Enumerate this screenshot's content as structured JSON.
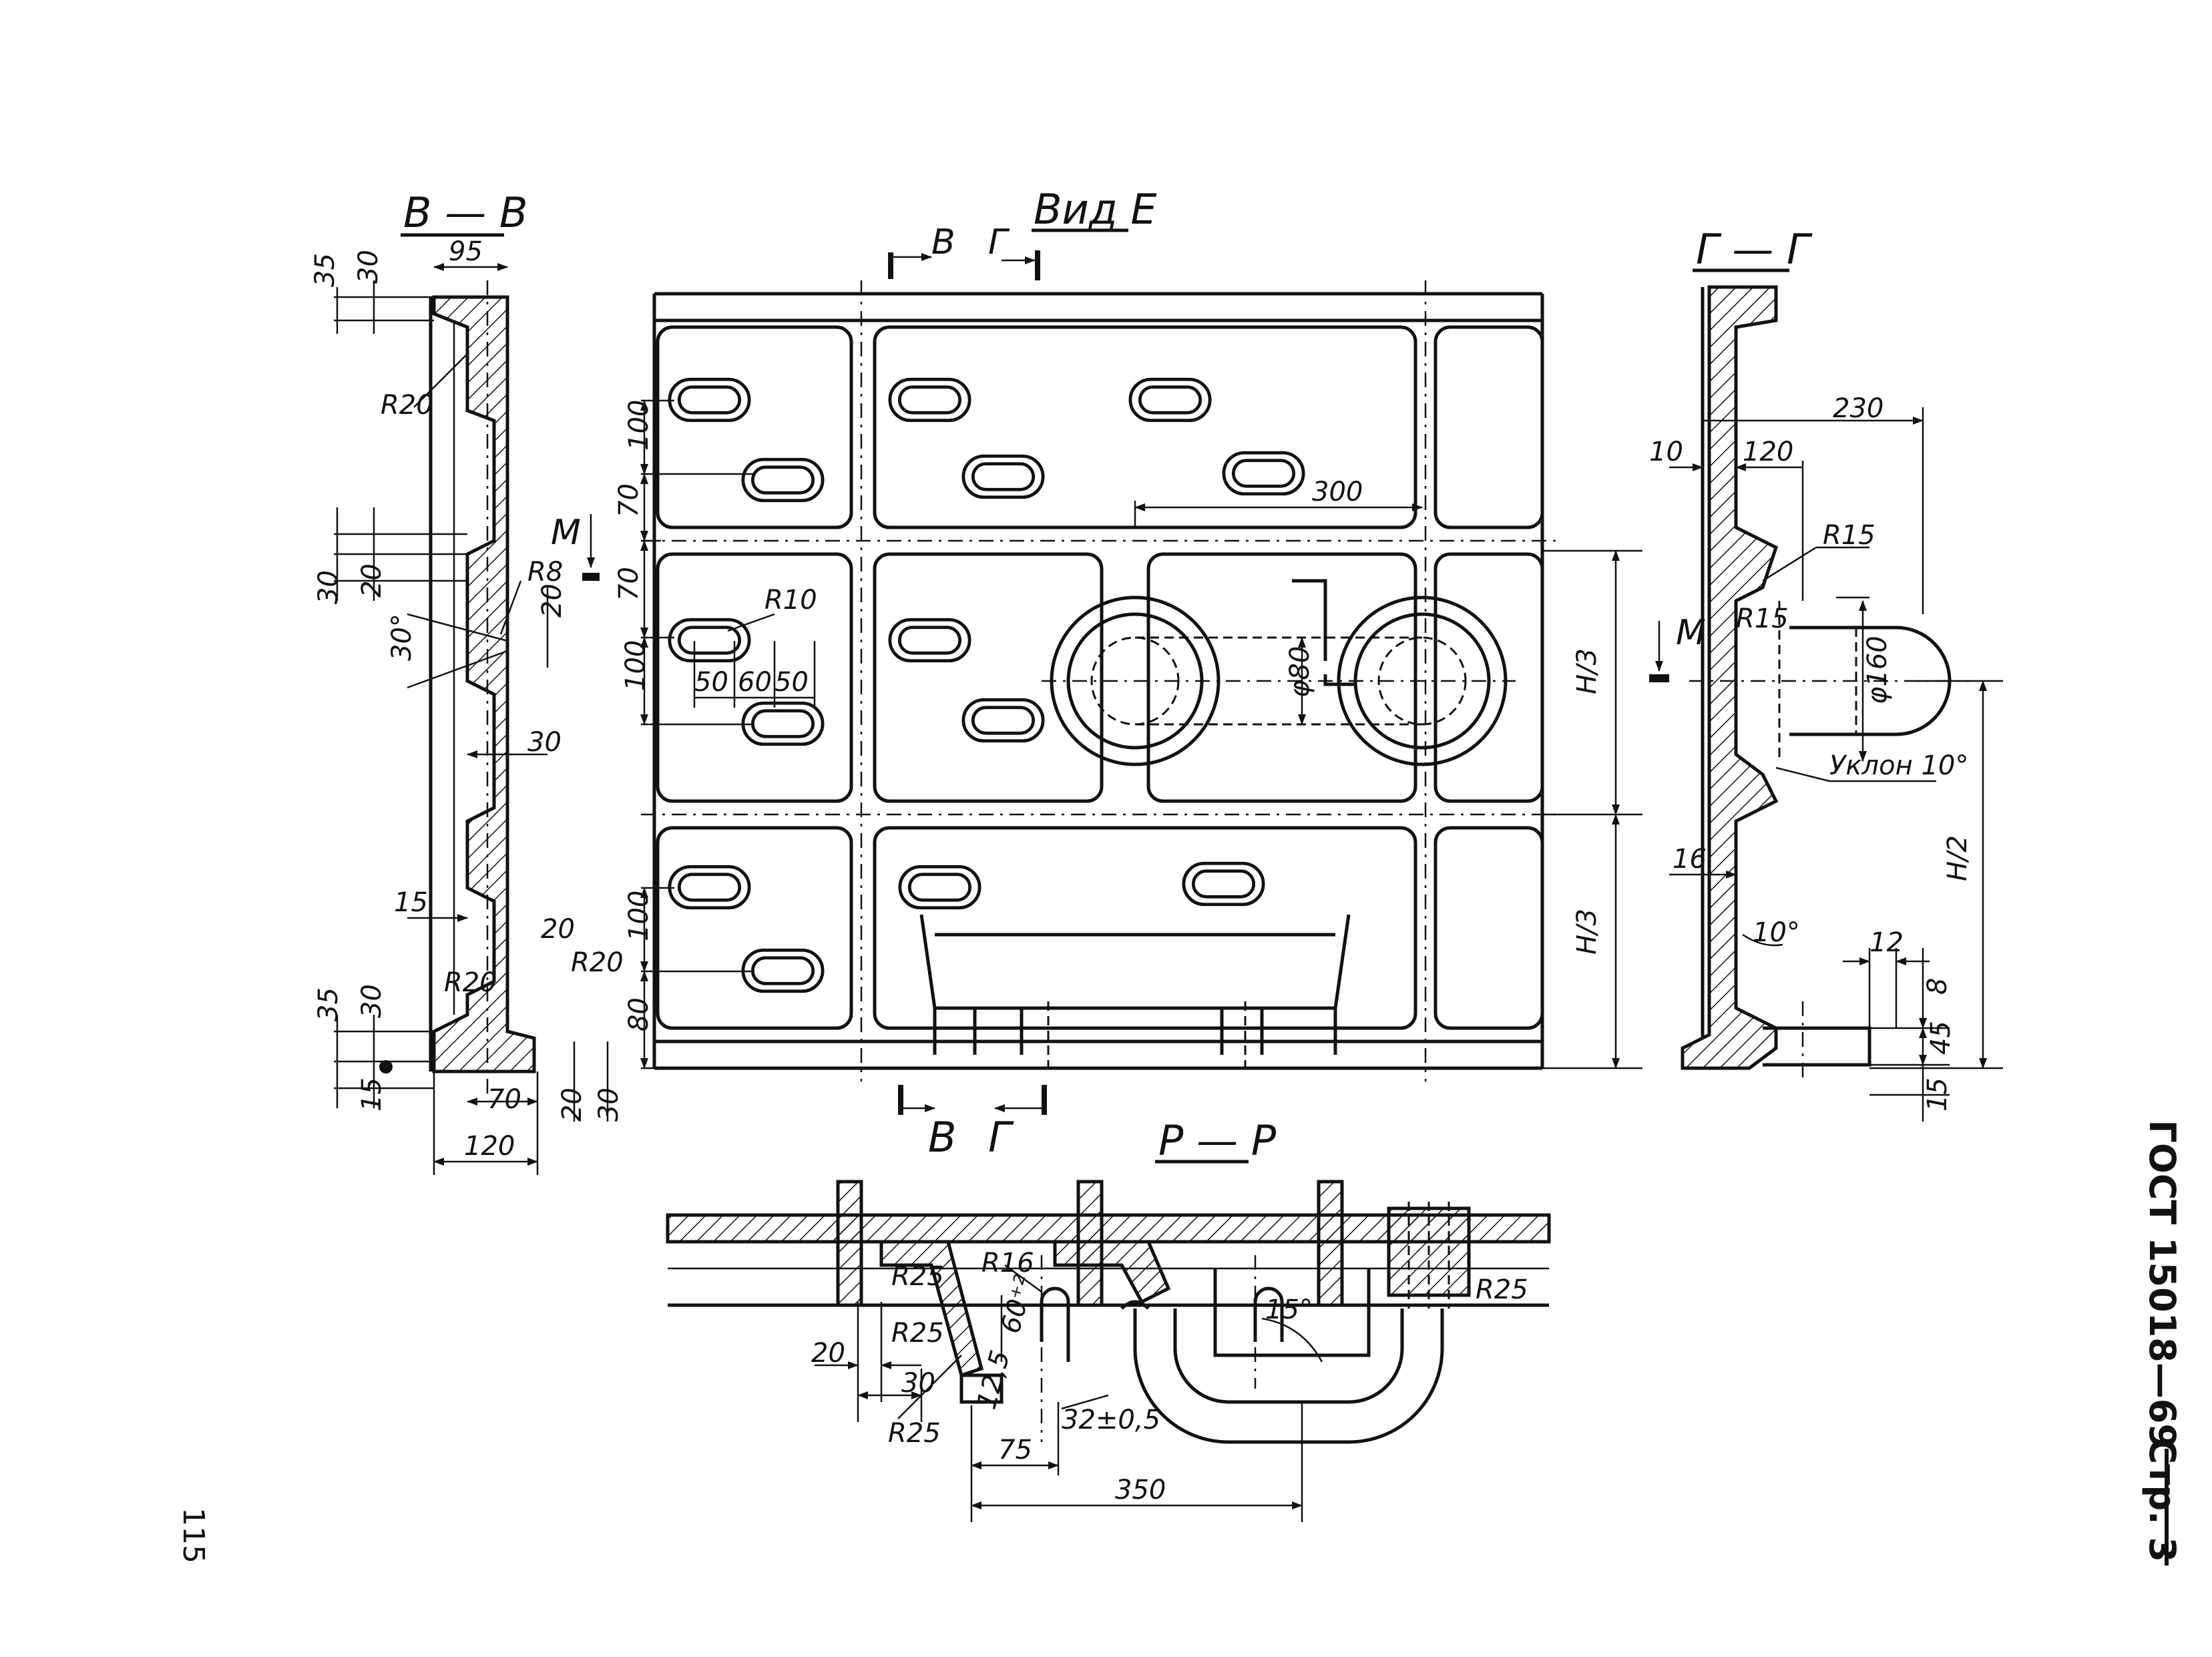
{
  "header": {
    "sheet_code": "ГОСТ 15018—69",
    "page_label": "Стр. 3",
    "page_number": "115"
  },
  "views": {
    "section_bb": "В — В",
    "view_e": "Вид Е",
    "section_gg": "Г — Г",
    "section_pp": "Р — Р"
  },
  "markers": {
    "m1": "М",
    "m2": "М",
    "b_top": "В",
    "g_top": "Г",
    "b_bottom": "В",
    "g_bottom": "Г"
  },
  "dims_bb": {
    "d35": "35",
    "d30a": "30",
    "d95": "95",
    "r20a": "R20",
    "d30b": "30",
    "d20a": "20",
    "r8": "R8",
    "d20b": "20",
    "a30": "30°",
    "d30c": "30",
    "d15a": "15",
    "d20c": "20",
    "r20b": "R20",
    "r20c": "R20",
    "d35b": "35",
    "d30d": "30",
    "d15b": "15",
    "d70": "70",
    "d20d": "20",
    "d30e": "30",
    "d120": "120"
  },
  "dims_e": {
    "d100a": "100",
    "d70a": "70",
    "d70b": "70",
    "d100b": "100",
    "r10": "R10",
    "d50a": "50",
    "d60": "60",
    "d50b": "50",
    "d100c": "100",
    "d80": "80",
    "d300": "300",
    "phi80": "φ80",
    "h3a": "H/3",
    "h3b": "H/3"
  },
  "dims_gg": {
    "d230": "230",
    "d10": "10",
    "d120": "120",
    "r15a": "R15",
    "r15b": "R15",
    "phi160": "φ160",
    "slope": "Уклон 10°",
    "d16": "16",
    "a10": "10°",
    "d12": "12",
    "d8": "8",
    "d45": "45",
    "d15": "15",
    "h2": "H/2"
  },
  "dims_pp": {
    "r25a": "R25",
    "r16": "R16",
    "r25b": "R25",
    "d60": "60⁺²",
    "a15": "15°",
    "d20": "20",
    "d30": "30",
    "d12_5": "12,5",
    "r25c": "R25",
    "d32": "32±0,5",
    "d75": "75",
    "d350": "350",
    "r25d": "R25"
  }
}
